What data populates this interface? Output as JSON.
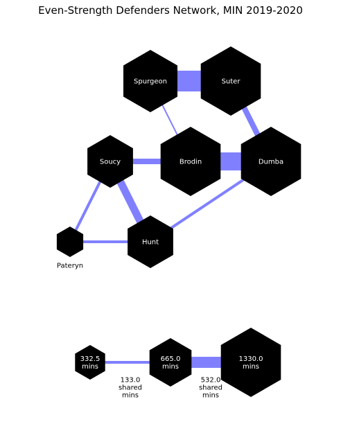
{
  "title": "Even-Strength Defenders Network, MIN 2019-2020",
  "colors": {
    "node": "#000000",
    "edge": "#8080ff",
    "node_text": "#ffffff",
    "outside_text": "#000000"
  },
  "network": {
    "players": [
      {
        "id": "spurgeon",
        "label": "Spurgeon"
      },
      {
        "id": "suter",
        "label": "Suter"
      },
      {
        "id": "soucy",
        "label": "Soucy"
      },
      {
        "id": "brodin",
        "label": "Brodin"
      },
      {
        "id": "dumba",
        "label": "Dumba"
      },
      {
        "id": "hunt",
        "label": "Hunt"
      },
      {
        "id": "pateryn",
        "label": "Pateryn"
      }
    ],
    "links": [
      {
        "a": "spurgeon",
        "b": "suter"
      },
      {
        "a": "spurgeon",
        "b": "brodin"
      },
      {
        "a": "suter",
        "b": "dumba"
      },
      {
        "a": "soucy",
        "b": "brodin"
      },
      {
        "a": "brodin",
        "b": "dumba"
      },
      {
        "a": "soucy",
        "b": "hunt"
      },
      {
        "a": "soucy",
        "b": "pateryn"
      },
      {
        "a": "pateryn",
        "b": "hunt"
      },
      {
        "a": "hunt",
        "b": "dumba"
      }
    ]
  },
  "legend": {
    "nodes": [
      {
        "mins": 332.5,
        "label": "332.5\nmins"
      },
      {
        "mins": 665.0,
        "label": "665.0\nmins"
      },
      {
        "mins": 1330.0,
        "label": "1330.0\nmins"
      }
    ],
    "edges": [
      {
        "shared_mins": 133.0,
        "label": "133.0\nshared\nmins"
      },
      {
        "shared_mins": 532.0,
        "label": "532.0\nshared\nmins"
      }
    ]
  }
}
